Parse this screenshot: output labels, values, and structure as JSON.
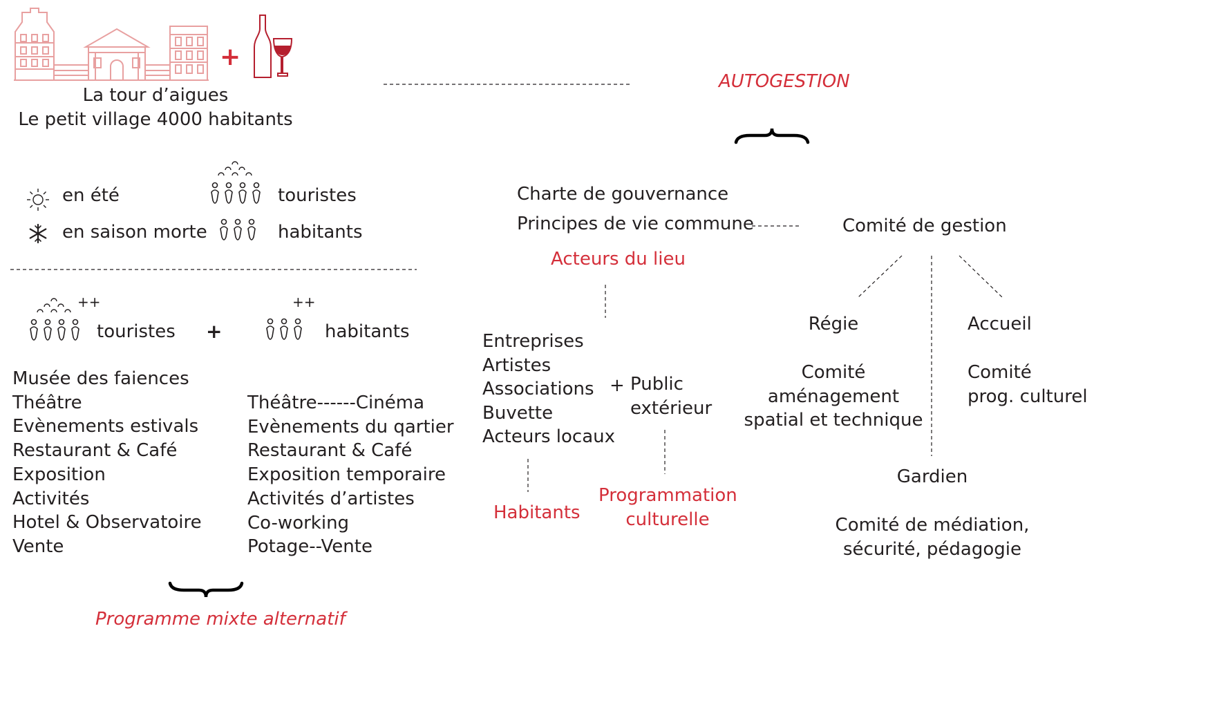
{
  "header": {
    "plus_sign": "+",
    "village_name": "La tour d’aigues",
    "village_desc": "Le petit village 4000 habitants",
    "autogestion": "AUTOGESTION"
  },
  "seasons": {
    "summer": "en été",
    "off_season": "en saison morte",
    "tourists": "touristes",
    "residents": "habitants"
  },
  "target": {
    "tourists": "touristes",
    "plus": "+",
    "residents": "habitants",
    "plusplus": "++"
  },
  "program_left": [
    "Musée des faiences",
    "Théâtre",
    "Evènements estivals",
    "Restaurant & Café",
    "Exposition",
    "Activités",
    "Hotel & Observatoire",
    "Vente"
  ],
  "program_right": [
    "Théâtre------Cinéma",
    "Evènements du qartier",
    "Restaurant & Café",
    "Exposition temporaire",
    "Activités d’artistes",
    "Co-working",
    "Potage--Vente"
  ],
  "program_label": "Programme mixte alternatif",
  "governance": {
    "charter": "Charte de gouvernance",
    "principles": "Principes de vie commune",
    "acteurs_du_lieu": "Acteurs du lieu",
    "actors": [
      "Entreprises",
      "Artistes",
      "Associations",
      "Buvette",
      "Acteurs locaux"
    ],
    "plus": "+",
    "public_line1": "Public",
    "public_line2": "extérieur",
    "habitants": "Habitants",
    "prog_line1": "Programmation",
    "prog_line2": "culturelle"
  },
  "management": {
    "committee": "Comité de gestion",
    "regie": "Régie",
    "regie_committee": [
      "Comité",
      "aménagement",
      "spatial et technique"
    ],
    "accueil": "Accueil",
    "accueil_committee": [
      "Comité",
      "prog. culturel"
    ],
    "gardien": "Gardien",
    "gardien_committee": [
      "Comité de médiation,",
      "sécurité, pédagogie"
    ]
  },
  "colors": {
    "accent_red": "#d42f3a",
    "wine": "#b51f2e",
    "building": "#e8a0a0",
    "text": "#231f20"
  },
  "icons": [
    "building-illustration",
    "wine-bottle-glass-icon",
    "sun-icon",
    "snowflake-icon",
    "crowd-large-icon",
    "crowd-small-icon",
    "curly-brace"
  ]
}
